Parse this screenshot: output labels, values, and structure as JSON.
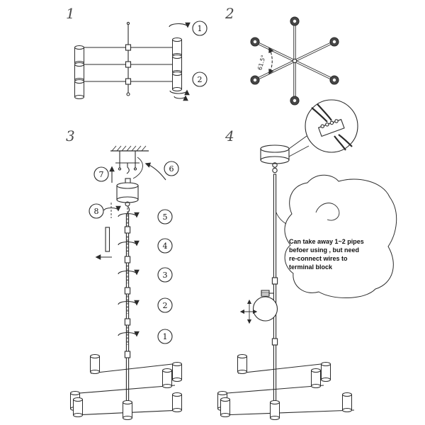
{
  "sheet": {
    "background": "#ffffff",
    "ink": "#2b2b2b"
  },
  "panels": {
    "p1": {
      "label": "1",
      "steps": [
        "1",
        "2"
      ]
    },
    "p2": {
      "label": "2",
      "angle_label": "61.5°"
    },
    "p3": {
      "label": "3",
      "steps": [
        "1",
        "2",
        "3",
        "4",
        "5",
        "6",
        "7",
        "8"
      ]
    },
    "p4": {
      "label": "4",
      "note_lines": [
        "Can take away 1~2 pipes",
        "befoer using , but need",
        "re-connect wires to",
        "terminal block"
      ]
    }
  }
}
